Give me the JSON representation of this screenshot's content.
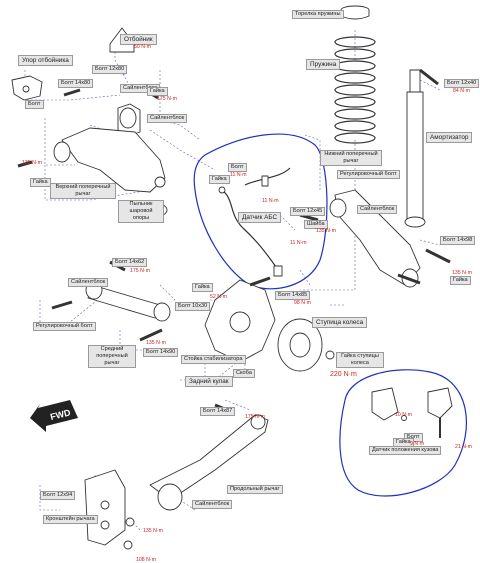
{
  "colors": {
    "part_line": "#333333",
    "leader": "#5566bb",
    "torque": "#cc2020",
    "highlight": "#2030c0",
    "label_bg": "#e6e6e6"
  },
  "labels": {
    "bump_stop_retainer": "Упор отбойника",
    "bump_stop": "Отбойник",
    "spring_pad": "Торелка пружины",
    "spring": "Пружина",
    "shock_absorber": "Амортизатор",
    "upper_arm": "Верхний поперечный рычаг",
    "lower_arm": "Нижний поперечный рычаг",
    "abs_sensor": "Датчик АБС",
    "wheel_hub": "Ступица колеса",
    "hub_nut": "Гайка ступицы колеса",
    "knuckle": "Задний кулак",
    "trailing_arm": "Продольный рычаг",
    "arm_bracket": "Кронштейн рычага",
    "height_sensor": "Датчик положения кузова",
    "middle_arm": "Средний поперечный рычаг",
    "adjusting_bolt": "Регулировочный болт",
    "stabilizer_link": "Стойка стабилизатора",
    "toe_adjust_bolt": "Регулировочный болт",
    "nut": "Гайка",
    "bolt": "Болт",
    "bolt_14x80": "Болт 14х80",
    "bolt_12x80": "Болт 12х80",
    "bolt_14x90": "Болт 14х90",
    "bolt_14x87": "Болт 14х87",
    "bolt_12x94": "Болт 12х94",
    "bolt_12x40": "Болт 12х40",
    "bolt_14x98": "Болт 14х98",
    "bolt_10x30": "Болт 10х30",
    "bolt_12x45": "Болт 12х45",
    "bolt_14x62": "Болт 14х62",
    "bolt_14x85": "Болт 14х85",
    "washer": "Шайба",
    "bushing": "Сайлентблок",
    "ball_joint_boot": "Пыльник шаровой опоры",
    "bracket": "Скоба"
  },
  "torques": {
    "t50": "50 N·m",
    "t175": "175 N·m",
    "t135": "135 N·m",
    "t11": "11 N·m",
    "t135b": "135 N·m",
    "t84": "84 N·m",
    "t220": "220 N·m",
    "t10": "10 N·m",
    "t52": "52 N·m",
    "t98": "98 N·m",
    "t108": "108 N·m",
    "t9": "9 N·m",
    "t21": "21 N·m"
  }
}
